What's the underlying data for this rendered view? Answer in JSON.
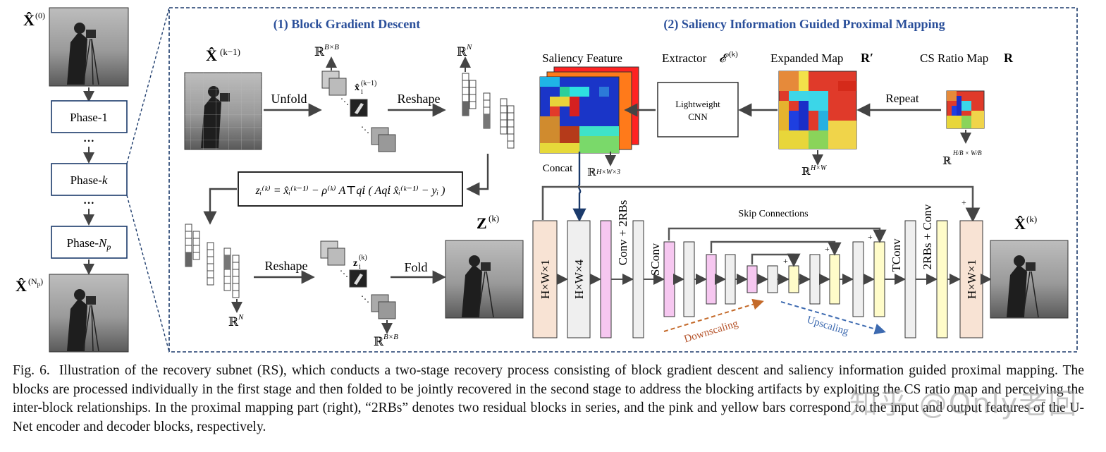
{
  "left_column": {
    "input_label": "X̂",
    "input_sup": "(0)",
    "phase_1": "Phase-1",
    "phase_k_prefix": "Phase-",
    "phase_k_var": "k",
    "phase_np_prefix": "Phase-",
    "phase_np_var": "N",
    "phase_np_sub": "p",
    "dots": "···",
    "output_label": "X̂",
    "output_sup": "(N",
    "output_sub": "p",
    "output_sup_close": ")"
  },
  "stage1": {
    "title": "(1) Block Gradient Descent",
    "input_label": "X̂",
    "input_sup": "(k−1)",
    "unfold": "Unfold",
    "reshape_top": "Reshape",
    "rbb_top": "ℝ",
    "rbb_top_sup": "B×B",
    "rn_top": "ℝ",
    "rn_top_sup": "N",
    "xi_label": "x̂",
    "xi_sub": "i",
    "xi_sup": "(k−1)",
    "equation": "zᵢ⁽ᵏ⁾ = x̂ᵢ⁽ᵏ⁻¹⁾ − ρ⁽ᵏ⁾ A⊤q𝑖 ( Aq𝑖 x̂ᵢ⁽ᵏ⁻¹⁾ − yᵢ )",
    "reshape_bottom": "Reshape",
    "fold": "Fold",
    "rn_bottom": "ℝ",
    "rn_bottom_sup": "N",
    "rbb_bottom": "ℝ",
    "rbb_bottom_sup": "B×B",
    "zi_label": "z",
    "zi_sub": "i",
    "zi_sup": "(k)",
    "zk_label": "Z",
    "zk_sup": "(k)"
  },
  "stage2": {
    "title": "(2) Saliency Information Guided Proximal Mapping",
    "saliency_feature": "Saliency Feature",
    "extractor": "Extractor",
    "extractor_sym": "𝓔",
    "extractor_sup": "(k)",
    "expanded_map": "Expanded Map",
    "expanded_sym": "R′",
    "cs_ratio_map": "CS Ratio Map",
    "cs_sym": "R",
    "cnn_line1": "Lightweight",
    "cnn_line2": "CNN",
    "repeat": "Repeat",
    "concat": "Concat",
    "rhw3": "ℝ",
    "rhw3_sup": "H×W×3",
    "rhw": "ℝ",
    "rhw_sup": "H×W",
    "rhbwb": "ℝ",
    "rhbwb_sup": "H/B × W/B",
    "hw1_left": "H×W×1",
    "hw4": "H×W×4",
    "conv_2rbs": "Conv + 2RBs",
    "sconv": "SConv",
    "skip": "Skip Connections",
    "tconv": "TConv",
    "rbs_conv": "2RBs + Conv",
    "hw1_right": "H×W×1",
    "downscaling": "Downscaling",
    "upscaling": "Upscaling",
    "plus": "+",
    "output_label": "X̂",
    "output_sup": "(k)"
  },
  "caption": {
    "label": "Fig. 6.",
    "text": "Illustration of the recovery subnet (RS), which conducts a two-stage recovery process consisting of block gradient descent and saliency information guided proximal mapping. The blocks are processed individually in the first stage and then folded to be jointly recovered in the second stage to address the blocking artifacts by exploiting the CS ratio map and perceiving the inter-block relationships. In the proximal mapping part (right), “2RBs” denotes two residual blocks in series, and the pink and yellow bars correspond to the input and output features of the U-Net encoder and decoder blocks, respectively."
  },
  "watermark": "知乎 @Only老回",
  "colors": {
    "pink": "#f6c7f0",
    "yellow": "#fffcc9",
    "peach": "#f8e3d4",
    "gray_bar": "#efefef",
    "dark_blue": "#1b3a6b",
    "title_blue": "#2a4f9a",
    "down_arrow": "#c46a2a",
    "up_arrow": "#3d6ab0"
  }
}
